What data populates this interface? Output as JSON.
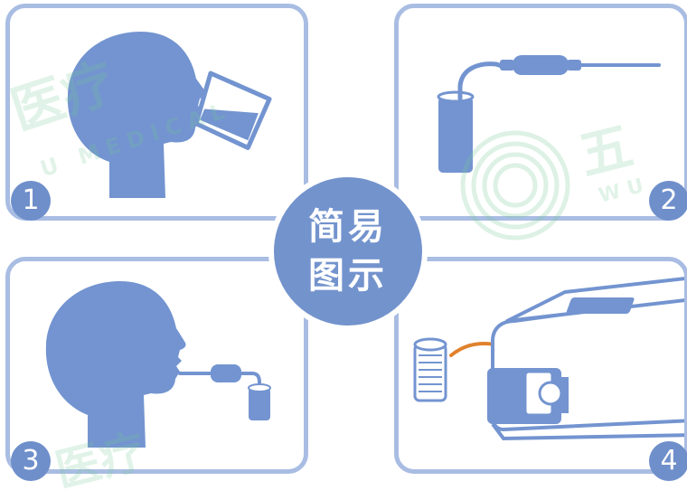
{
  "steps": [
    {
      "number": "1",
      "icon": "drink-water-icon"
    },
    {
      "number": "2",
      "icon": "sample-tube-icon"
    },
    {
      "number": "3",
      "icon": "exhale-into-tube-icon"
    },
    {
      "number": "4",
      "icon": "insert-into-analyzer-icon"
    }
  ],
  "center": {
    "line1": "简易",
    "line2": "图示"
  },
  "watermark": {
    "text_a": "医疗",
    "text_b": "五",
    "text_c": "医疗",
    "sub_a": "U MEDICAL",
    "sub_b": "WU",
    "logo": "watermark-logo-icon"
  },
  "colors": {
    "panel_border": "#a9bde3",
    "illustration": "#7394d0",
    "number_badge": "#6f8fcb",
    "center_circle": "#7393cd",
    "arrow": "#e0822c",
    "watermark": "#78c896"
  }
}
